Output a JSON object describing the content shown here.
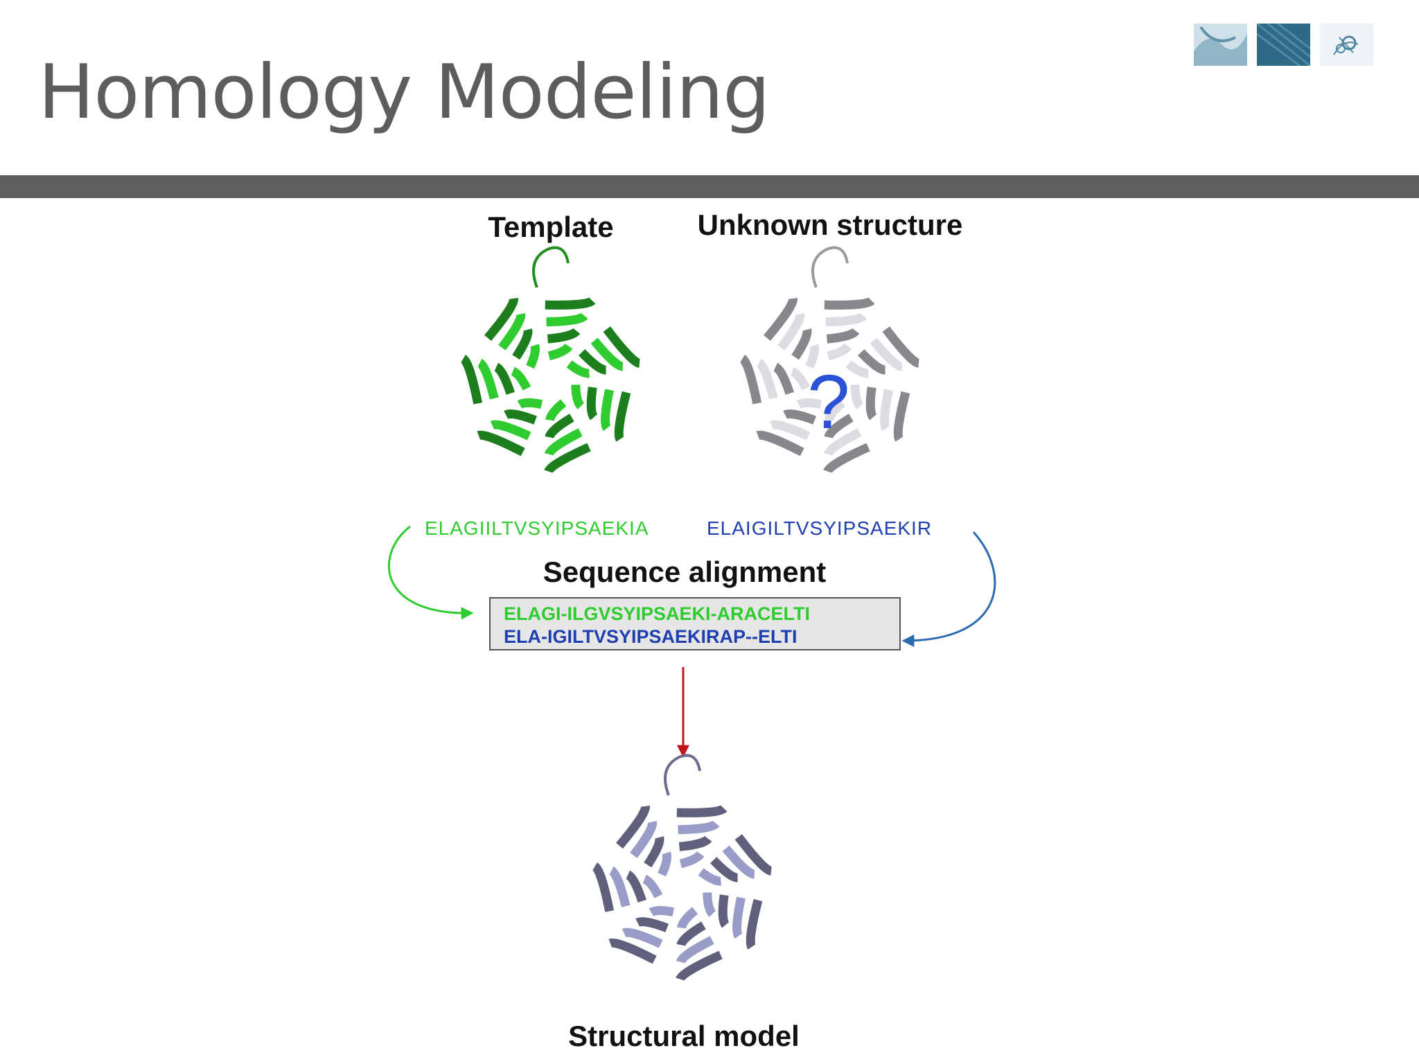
{
  "slide": {
    "title": "Homology Modeling"
  },
  "thumbnails": [
    {
      "name": "thumbnail-1",
      "accent": "#5f93a8"
    },
    {
      "name": "thumbnail-2",
      "accent": "#2d6a86"
    },
    {
      "name": "thumbnail-3",
      "accent": "#4f86a2"
    }
  ],
  "diagram": {
    "template_label": "Template",
    "unknown_label": "Unknown structure",
    "question_mark": "?",
    "template_sequence": "ELAGIILTVSYIPSAEKIA",
    "unknown_sequence": "ELAIGILTVSYIPSAEKIR",
    "alignment_label": "Sequence alignment",
    "alignment_row_1": "ELAGI-ILGVSYIPSAEKI-ARACELTI",
    "alignment_row_2": "ELA-IGILTVSYIPSAEKIRAP--ELTI",
    "model_label": "Structural model"
  },
  "colors": {
    "title_text": "#5d5d5d",
    "rule": "#5e5e5e",
    "template_green": "#2ecc2e",
    "unknown_blue": "#1f3fb0",
    "arrow_blue": "#2a6bb0",
    "arrow_red": "#c0141c",
    "unknown_gray": "#e4e4e8",
    "model_purple": "#9a9cc8",
    "question_blue": "#2a52d6"
  }
}
